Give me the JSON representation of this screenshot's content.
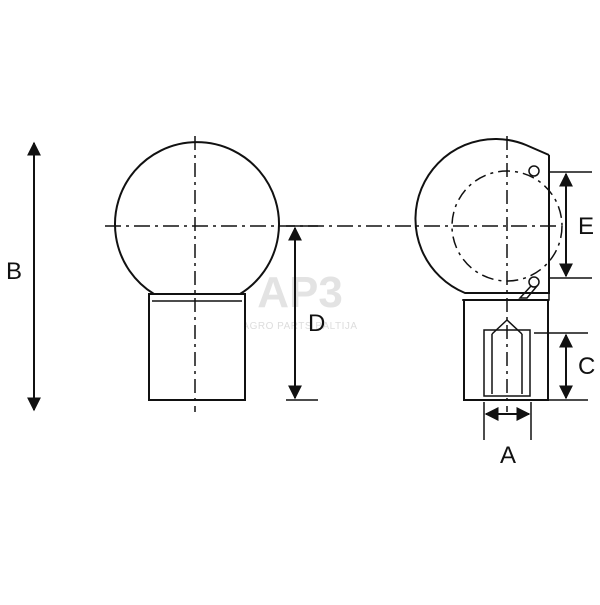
{
  "diagram": {
    "labels": {
      "A": "A",
      "B": "B",
      "C": "C",
      "D": "D",
      "E": "E"
    },
    "watermark": {
      "logo_text": "AP3",
      "tagline": "AGRO PARTS BALTIJA"
    },
    "colors": {
      "line": "#111111",
      "watermark": "#e3e3e3"
    }
  }
}
